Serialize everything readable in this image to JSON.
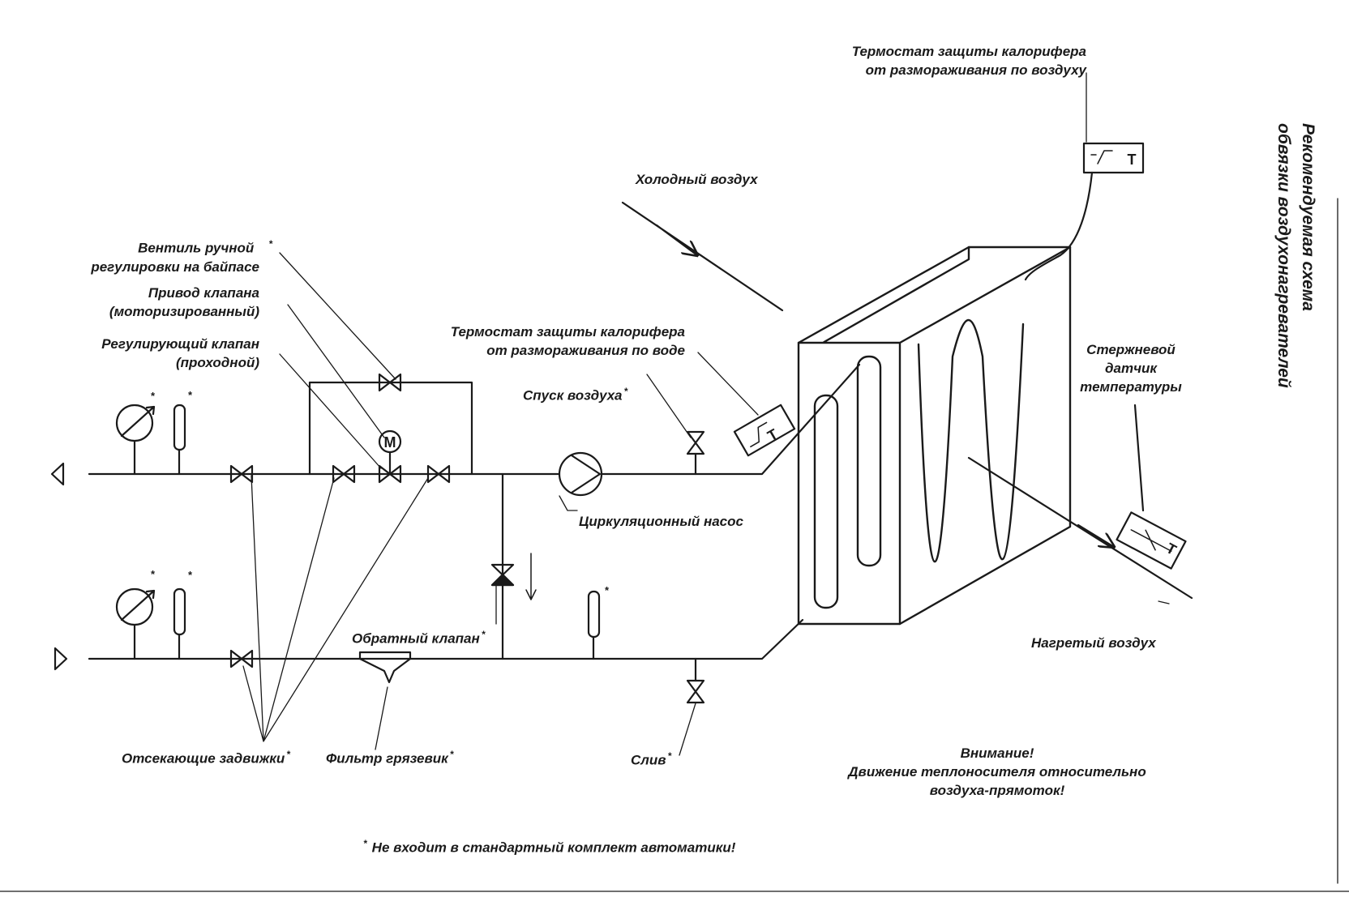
{
  "title": {
    "line1": "Рекомендуемая схема",
    "line2": "обвязки воздухонагревателей"
  },
  "labels": {
    "thermostat_air_1": "Термостат защиты калорифера",
    "thermostat_air_2": "от размораживания по воздуху",
    "cold_air": "Холодный воздух",
    "manual_valve_1": "Вентиль ручной",
    "manual_valve_2": "регулировки на байпасе",
    "drive_1": "Привод клапана",
    "drive_2": "(моторизированный)",
    "reg_valve_1": "Регулирующий клапан",
    "reg_valve_2": "(проходной)",
    "thermostat_water_1": "Термостат защиты калорифера",
    "thermostat_water_2": "от размораживания по воде",
    "air_vent": "Спуск воздуха",
    "rod_sensor_1": "Стержневой",
    "rod_sensor_2": "датчик",
    "rod_sensor_3": "температуры",
    "pump": "Циркуляционный насос",
    "check_valve": "Обратный клапан",
    "heated_air": "Нагретый воздух",
    "shutoff_valves": "Отсекающие задвижки",
    "filter": "Фильтр грязевик",
    "drain": "Слив",
    "attention_1": "Внимание!",
    "attention_2": "Движение теплоносителя относительно",
    "attention_3": "воздуха-прямоток!",
    "footnote": "Не входит в стандартный комплект автоматики!"
  },
  "symbols": {
    "star": "*",
    "motor": "М",
    "thermo": "T"
  },
  "colors": {
    "ink": "#1a1a1a",
    "paper": "#ffffff"
  }
}
